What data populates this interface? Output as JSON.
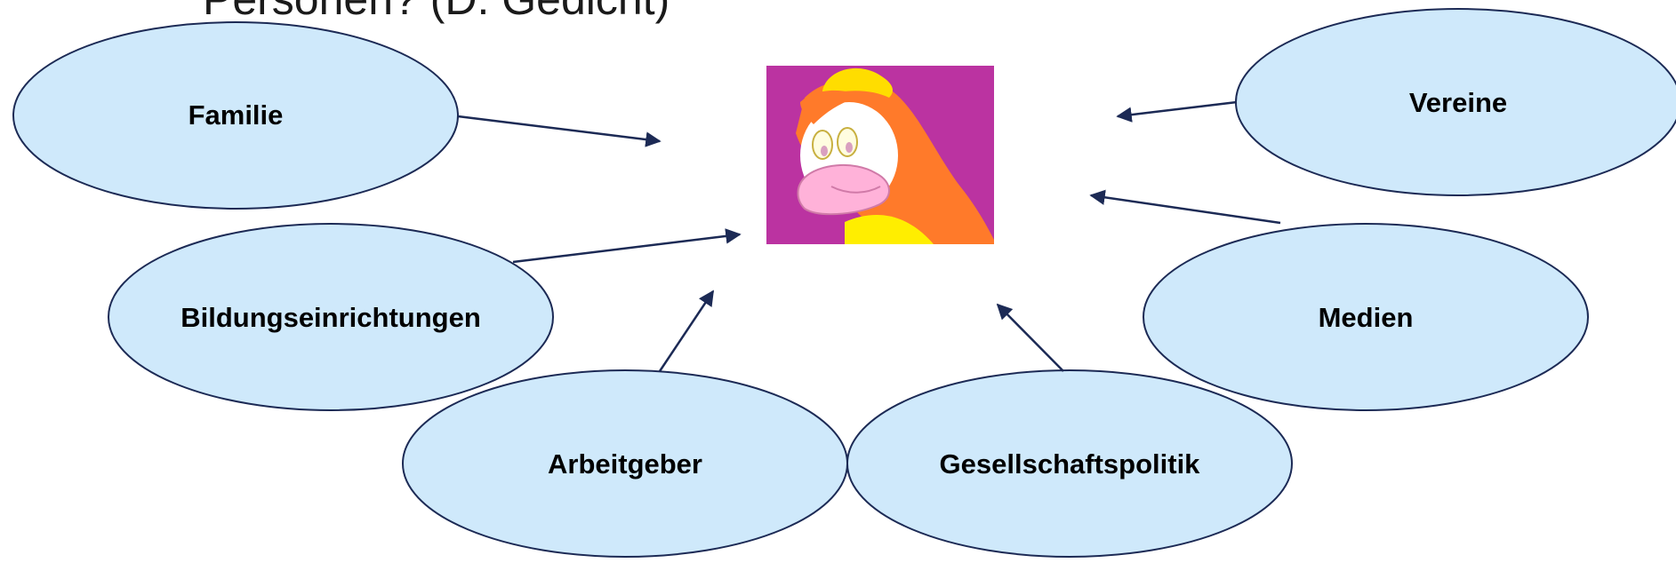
{
  "title": "Personen?  (D. Gedicht)",
  "colors": {
    "ellipse_fill": "#cfe9fb",
    "ellipse_stroke": "#1c2a55",
    "arrow": "#1c2a55",
    "portrait_bg": "#bb33a1"
  },
  "portrait": {
    "icon": "cartoon-duck-portrait"
  },
  "nodes": [
    {
      "id": "familie",
      "label": "Familie"
    },
    {
      "id": "bildung",
      "label": "Bildungseinrichtungen"
    },
    {
      "id": "arbeitgeber",
      "label": "Arbeitgeber"
    },
    {
      "id": "gesellschaft",
      "label": "Gesellschaftspolitik"
    },
    {
      "id": "medien",
      "label": "Medien"
    },
    {
      "id": "vereine",
      "label": "Vereine"
    }
  ]
}
